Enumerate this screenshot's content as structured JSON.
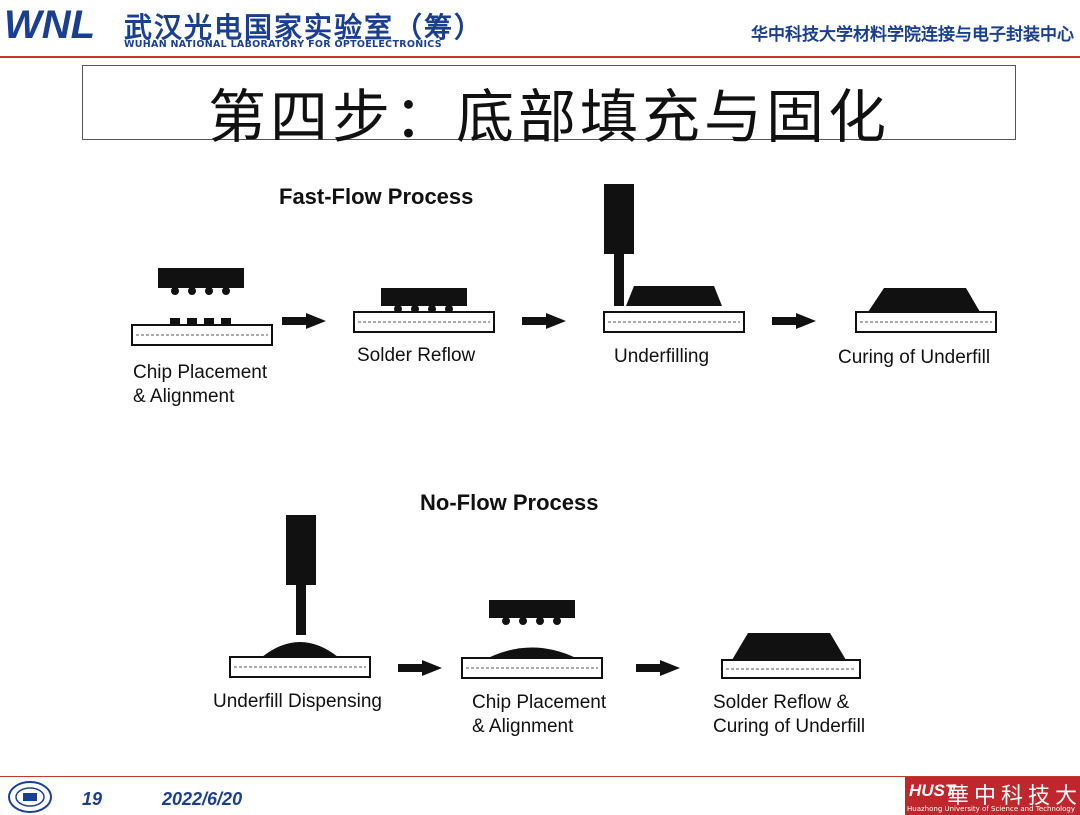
{
  "header": {
    "logo_mark": "WNL",
    "lab_name_cn": "武汉光电国家实验室（筹）",
    "lab_name_en": "WUHAN NATIONAL LABORATORY FOR OPTOELECTRONICS",
    "center_name": "华中科技大学材料学院连接与电子封装中心"
  },
  "slide": {
    "title": "第四步：底部填充与固化"
  },
  "fast_flow": {
    "title": "Fast-Flow Process",
    "steps": [
      {
        "line1": "Chip Placement",
        "line2": "& Alignment"
      },
      {
        "line1": "Solder Reflow",
        "line2": ""
      },
      {
        "line1": "Underfilling",
        "line2": ""
      },
      {
        "line1": "Curing of Underfill",
        "line2": ""
      }
    ]
  },
  "no_flow": {
    "title": "No-Flow Process",
    "steps": [
      {
        "line1": "Underfill Dispensing",
        "line2": ""
      },
      {
        "line1": "Chip Placement",
        "line2": "& Alignment"
      },
      {
        "line1": "Solder Reflow &",
        "line2": "Curing of Underfill"
      }
    ]
  },
  "footer": {
    "page_number": "19",
    "date": "2022/6/20",
    "university_cn": "華中科技大学",
    "university_en": "Huazhong University of Science and Technology",
    "university_mark": "HUST"
  },
  "colors": {
    "brand_blue": "#1b3f8f",
    "accent_red": "#c0392b",
    "hust_red": "#c0272d"
  }
}
